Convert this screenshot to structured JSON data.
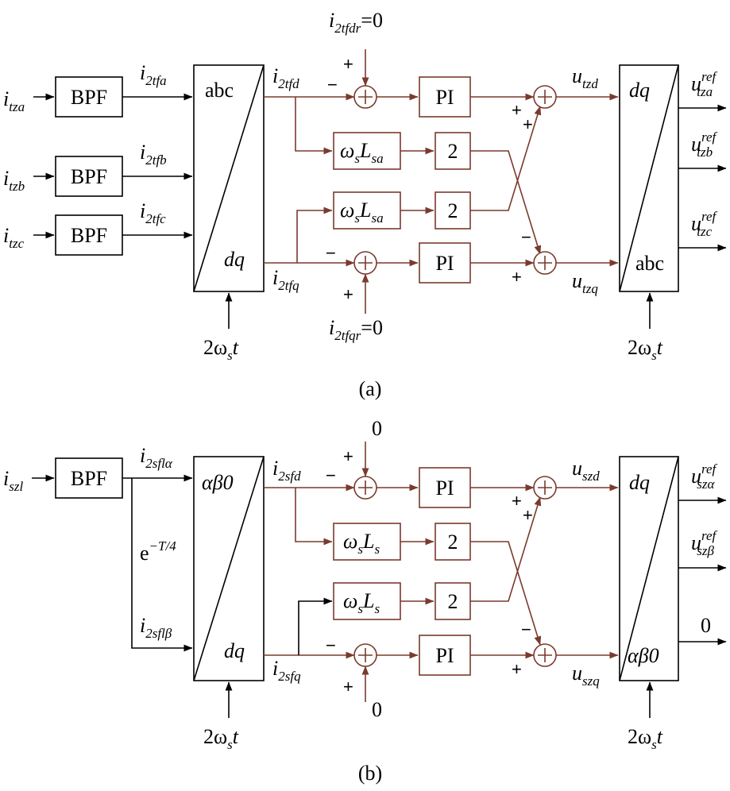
{
  "colors": {
    "signal": "#7a3a2e",
    "line": "#000000"
  },
  "panel_a": {
    "caption": "(a)",
    "inputs": [
      {
        "base": "i",
        "sub": "tza"
      },
      {
        "base": "i",
        "sub": "tzb"
      },
      {
        "base": "i",
        "sub": "tzc"
      }
    ],
    "bpf_label": "BPF",
    "filtered": [
      {
        "base": "i",
        "sub": "2tfa"
      },
      {
        "base": "i",
        "sub": "2tfb"
      },
      {
        "base": "i",
        "sub": "2tfc"
      }
    ],
    "transform_in": {
      "top": "abc",
      "bottom": "dq",
      "angle": "2ω",
      "angle_sub": "s",
      "angle_t": "t"
    },
    "d_current": {
      "base": "i",
      "sub": "2tfd"
    },
    "q_current": {
      "base": "i",
      "sub": "2tfq"
    },
    "d_ref": {
      "base": "i",
      "sub": "2tfdr",
      "eq": "=0"
    },
    "q_ref": {
      "base": "i",
      "sub": "2tfqr",
      "eq": "=0"
    },
    "pi_label": "PI",
    "decouple": {
      "w": "ω",
      "w_sub": "s",
      "L": "L",
      "L_sub": "sa"
    },
    "gain": "2",
    "signs": {
      "plus": "+",
      "minus": "−"
    },
    "u_d": {
      "base": "u",
      "sub": "tzd"
    },
    "u_q": {
      "base": "u",
      "sub": "tzq"
    },
    "transform_out": {
      "top": "dq",
      "bottom": "abc",
      "angle": "2ω",
      "angle_sub": "s",
      "angle_t": "t"
    },
    "outputs": [
      {
        "base": "u",
        "sup": "ref",
        "sub": "tza"
      },
      {
        "base": "u",
        "sup": "ref",
        "sub": "tzb"
      },
      {
        "base": "u",
        "sup": "ref",
        "sub": "tzc"
      }
    ]
  },
  "panel_b": {
    "caption": "(b)",
    "input": {
      "base": "i",
      "sub": "szl"
    },
    "bpf_label": "BPF",
    "alpha": {
      "base": "i",
      "sub": "2sflα"
    },
    "beta": {
      "base": "i",
      "sub": "2sflβ"
    },
    "delay": {
      "base": "e",
      "sup": "−T/4"
    },
    "transform_in": {
      "top": "αβ0",
      "bottom": "dq",
      "angle": "2ω",
      "angle_sub": "s",
      "angle_t": "t"
    },
    "d_current": {
      "base": "i",
      "sub": "2sfd"
    },
    "q_current": {
      "base": "i",
      "sub": "2sfq"
    },
    "d_ref": "0",
    "q_ref": "0",
    "pi_label": "PI",
    "decouple": {
      "w": "ω",
      "w_sub": "s",
      "L": "L",
      "L_sub": "s"
    },
    "gain": "2",
    "signs": {
      "plus": "+",
      "minus": "−"
    },
    "u_d": {
      "base": "u",
      "sub": "szd"
    },
    "u_q": {
      "base": "u",
      "sub": "szq"
    },
    "transform_out": {
      "top": "dq",
      "bottom": "αβ0",
      "angle": "2ω",
      "angle_sub": "s",
      "angle_t": "t"
    },
    "outputs": [
      {
        "base": "u",
        "sup": "ref",
        "sub": "szα"
      },
      {
        "base": "u",
        "sup": "ref",
        "sub": "szβ"
      },
      {
        "base": "0"
      }
    ]
  }
}
